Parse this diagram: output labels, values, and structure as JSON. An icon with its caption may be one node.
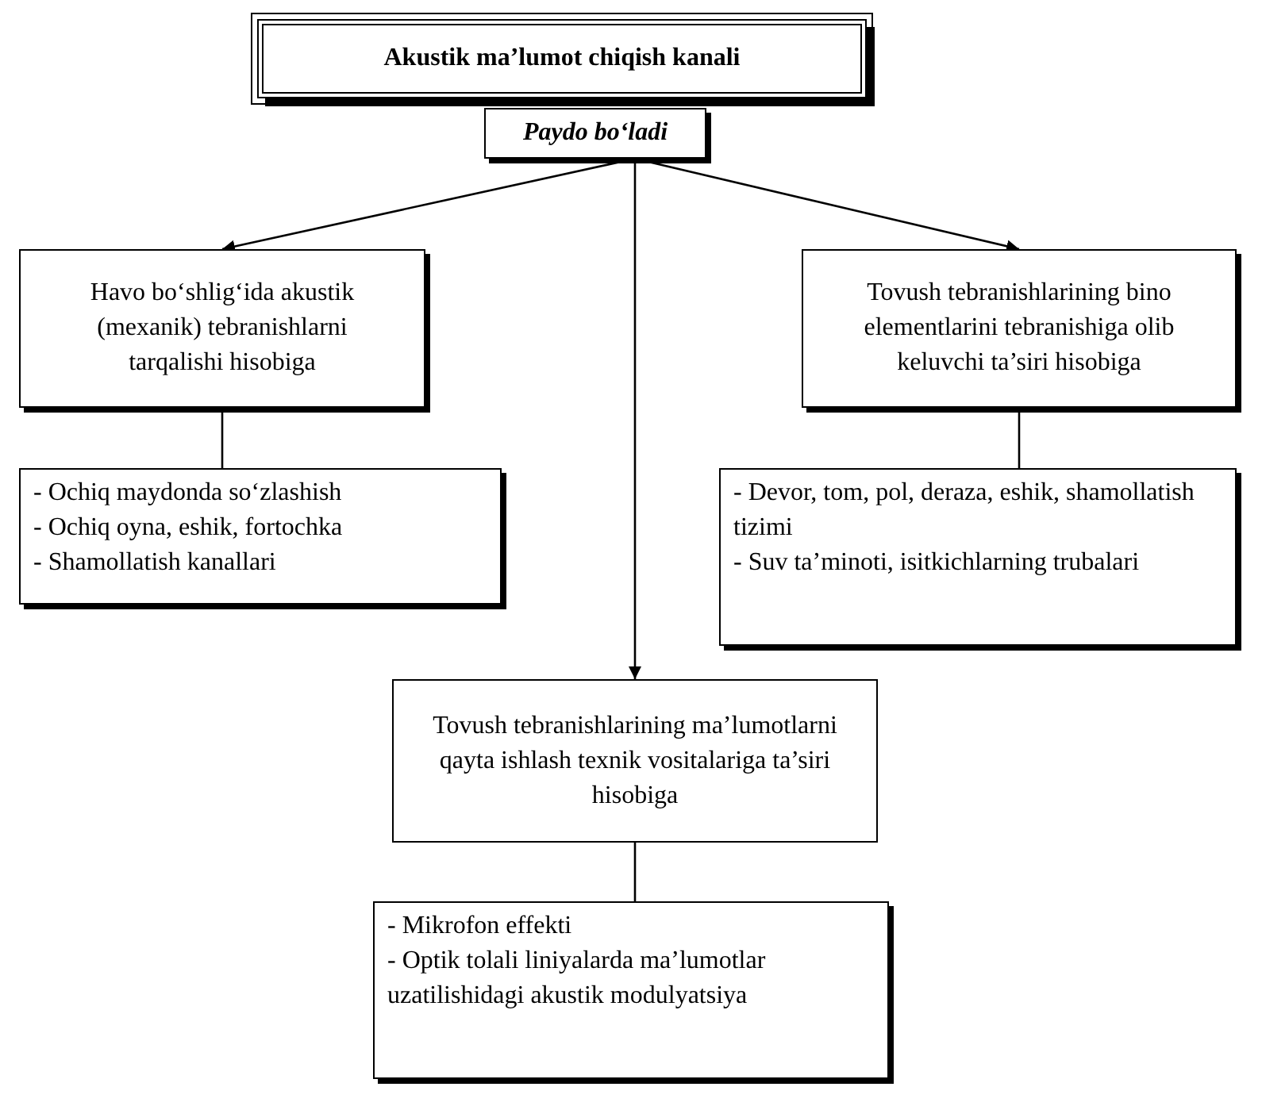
{
  "diagram": {
    "nodes": [
      {
        "text": [
          "Akustik ma’lumot chiqish kanali"
        ]
      },
      {
        "text": [
          "Paydo bo‘ladi"
        ]
      },
      {
        "text": [
          "Havo bo‘shlig‘ida akustik (mexanik) tebranishlarni tarqalishi hisobiga"
        ]
      },
      {
        "text": [
          "- Ochiq maydonda so‘zlashish",
          "- Ochiq oyna, eshik, fortochka",
          "- Shamollatish kanallari"
        ]
      },
      {
        "text": [
          "Tovush tebranishlarining bino elementlarini tebranishiga olib keluvchi ta’siri hisobiga"
        ]
      },
      {
        "text": [
          "- Devor, tom, pol, deraza, eshik, shamollatish tizimi",
          "- Suv ta’minoti, isitkichlarning trubalari"
        ]
      },
      {
        "text": [
          "Tovush tebranishlarining ma’lumotlarni qayta ishlash texnik vositalariga ta’siri hisobiga"
        ]
      },
      {
        "text": [
          "- Mikrofon effekti",
          "- Optik tolali liniyalarda ma’lumotlar uzatilishidagi akustik modulyatsiya"
        ]
      }
    ],
    "edges": [
      {
        "from": 1,
        "to": 2,
        "arrow": "to"
      },
      {
        "from": 1,
        "to": 4,
        "arrow": "to"
      },
      {
        "from": 1,
        "to": 6,
        "arrow": "to"
      },
      {
        "from": 2,
        "to": 3,
        "arrow": "none"
      },
      {
        "from": 4,
        "to": 5,
        "arrow": "none"
      },
      {
        "from": 6,
        "to": 7,
        "arrow": "none"
      }
    ]
  }
}
